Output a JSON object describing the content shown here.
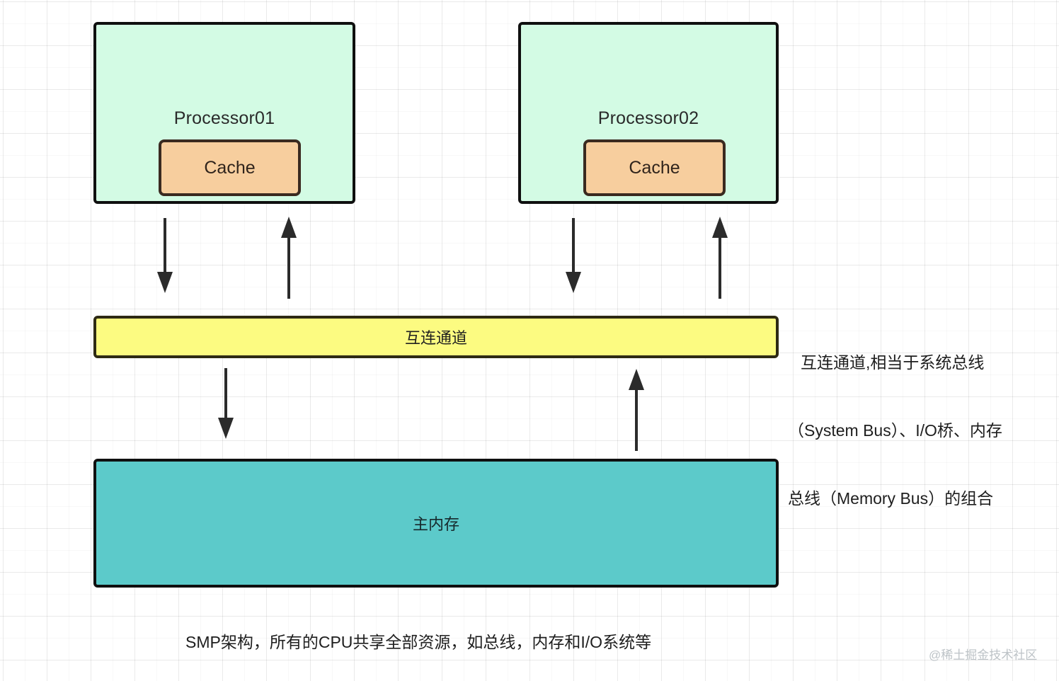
{
  "diagram": {
    "title_caption": "SMP架构，所有的CPU共享全部资源，如总线，内存和I/O系统等",
    "watermark": "@稀土掘金技术社区",
    "processors": [
      {
        "label": "Processor01",
        "cache_label": "Cache"
      },
      {
        "label": "Processor02",
        "cache_label": "Cache"
      }
    ],
    "bus": {
      "label": "互连通道"
    },
    "memory": {
      "label": "主内存"
    },
    "bus_annotation": {
      "line1": "互连通道,相当于系统总线",
      "line2": "（System Bus）、I/O桥、内存",
      "line3": "总线（Memory Bus）的组合"
    },
    "colors": {
      "processor_fill": "#d3fbe4",
      "cache_fill": "#f7ce9e",
      "bus_fill": "#fcfb81",
      "memory_fill": "#5ccaca",
      "border_dark": "#0f0f0f",
      "arrow": "#2b2b2b"
    }
  }
}
